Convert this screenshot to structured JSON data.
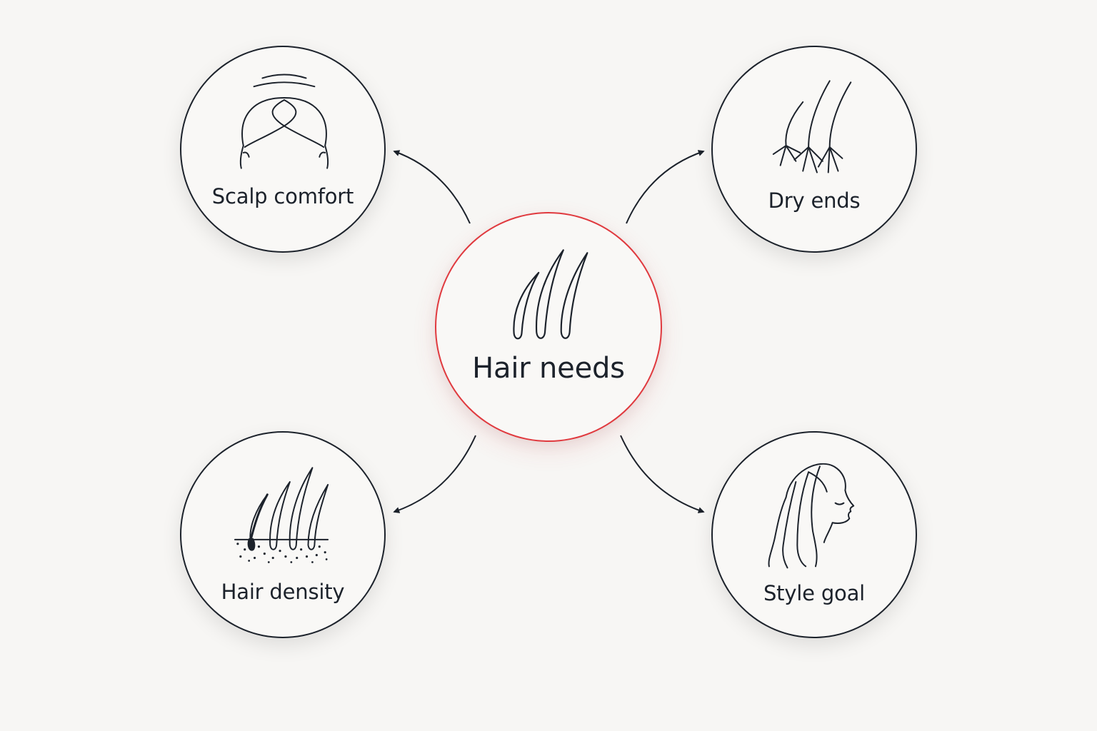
{
  "diagram": {
    "center": {
      "label": "Hair needs",
      "icon": "hair-strands-icon",
      "accent": "#e0393e"
    },
    "nodes": [
      {
        "id": "scalp-comfort",
        "label": "Scalp comfort",
        "icon": "scalp-comfort-icon"
      },
      {
        "id": "dry-ends",
        "label": "Dry ends",
        "icon": "dry-ends-icon"
      },
      {
        "id": "hair-density",
        "label": "Hair density",
        "icon": "hair-density-icon"
      },
      {
        "id": "style-goal",
        "label": "Style goal",
        "icon": "style-goal-icon"
      }
    ],
    "colors": {
      "stroke": "#1c222b",
      "background": "#f7f6f4"
    }
  }
}
